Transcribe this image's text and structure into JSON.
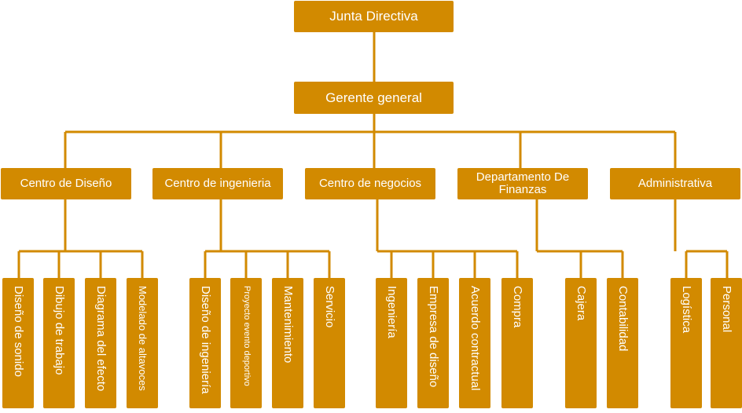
{
  "colors": {
    "box": "#d28a00",
    "text": "#ffffff",
    "line": "#d28a00"
  },
  "root": {
    "label": "Junta Directiva"
  },
  "manager": {
    "label": "Gerente general"
  },
  "departments": [
    {
      "label": "Centro de Diseño",
      "children": [
        "Diseño de sonido",
        "Dibujo de trabajo",
        "Diagrama del efecto",
        "Modelado de altavoces"
      ]
    },
    {
      "label": "Centro de ingenieria",
      "children": [
        "Diseño de ingeniería",
        "Proyecto evento deportivo",
        "Mantenimiento",
        "Servicio"
      ]
    },
    {
      "label": "Centro de negocios",
      "children": [
        "Ingeniería",
        "Empresa de diseño",
        "Acuerdo contractual",
        "Compra"
      ]
    },
    {
      "label": "Departamento De Finanzas",
      "children": [
        "Cajera",
        "Contabilidad"
      ]
    },
    {
      "label": "Administrativa",
      "children": [
        "Logística",
        "Personal"
      ]
    }
  ]
}
